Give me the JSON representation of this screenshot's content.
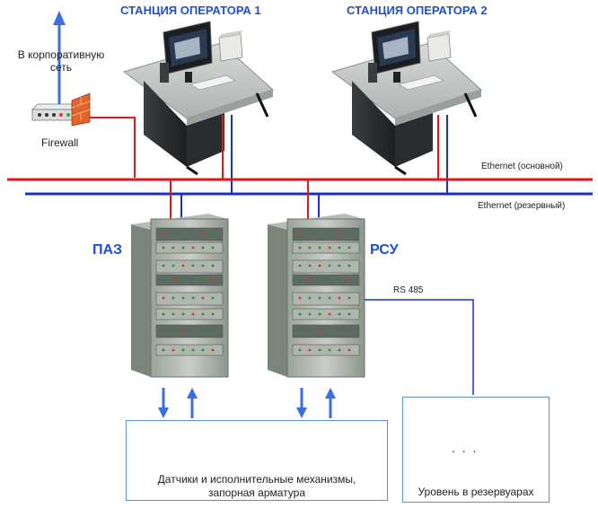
{
  "stations": {
    "op1_title": "СТАНЦИЯ ОПЕРАТОРА 1",
    "op2_title": "СТАНЦИЯ ОПЕРАТОРА 2"
  },
  "corporate": {
    "label_line1": "В корпоративную",
    "label_line2": "сеть"
  },
  "firewall": {
    "label": "Firewall"
  },
  "networks": {
    "ethernet_main": "Ethernet (основной)",
    "ethernet_reserve": "Ethernet (резервный)"
  },
  "cabinets": {
    "paz": "ПАЗ",
    "rsu": "РСУ"
  },
  "link": {
    "rs485": "RS 485"
  },
  "field": {
    "devices_line1": "Датчики и исполнительные механизмы,",
    "devices_line2": "запорная арматура",
    "tanks_label": "Уровень в резервуарах",
    "ellipsis": ". . ."
  },
  "colors": {
    "ethernet_main": "#e8141c",
    "ethernet_reserve": "#1a2fd6",
    "arrow": "#3a6fe0",
    "box_border": "#5a8fd0",
    "title": "#1f4fd6"
  }
}
